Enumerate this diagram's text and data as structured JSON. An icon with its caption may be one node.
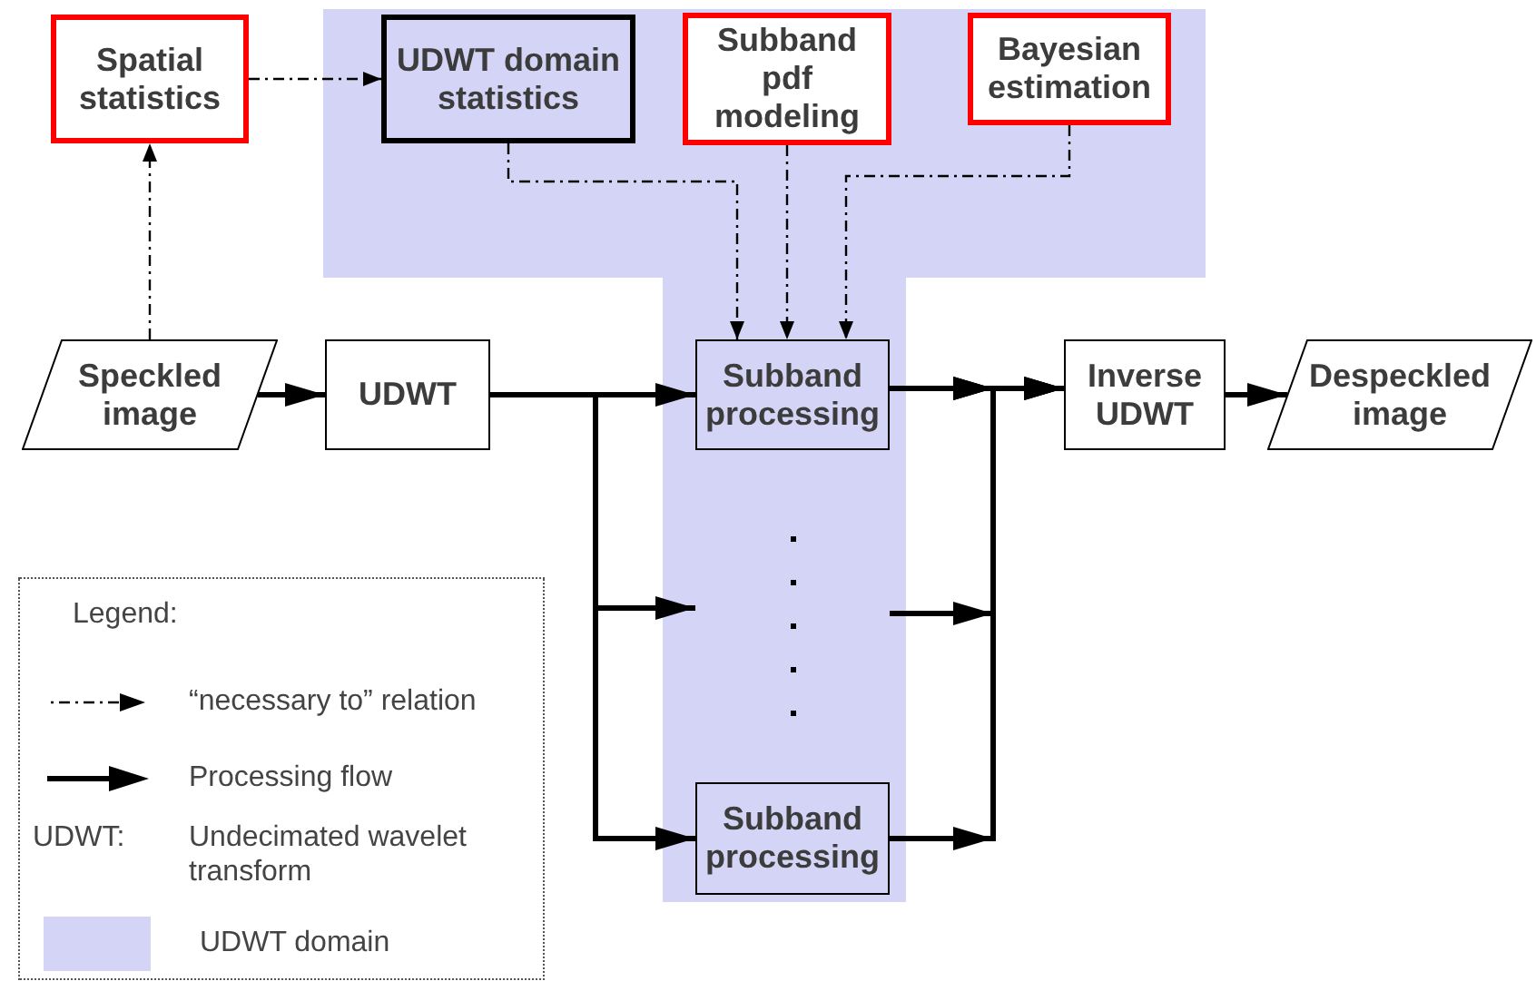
{
  "diagram": {
    "nodes": [
      {
        "text": [
          "Spatial statistics"
        ]
      },
      {
        "text": [
          "UDWT domain statistics"
        ]
      },
      {
        "text": [
          "Subband pdf modeling"
        ]
      },
      {
        "text": [
          "Bayesian estimation"
        ]
      },
      {
        "text": [
          "Speckled image"
        ]
      },
      {
        "text": [
          "UDWT"
        ]
      },
      {
        "text": [
          "Subband processing"
        ]
      },
      {
        "text": [
          "Inverse UDWT"
        ]
      },
      {
        "text": [
          "Despeckled image"
        ]
      },
      {
        "text": [
          "Subband processing"
        ]
      }
    ],
    "edges": [
      {
        "from": 0,
        "to": 1,
        "arrow": "to",
        "style": "dashed"
      },
      {
        "from": 4,
        "to": 0,
        "arrow": "to",
        "style": "dashed"
      },
      {
        "from": 1,
        "to": 6,
        "arrow": "to",
        "style": "dashed"
      },
      {
        "from": 2,
        "to": 6,
        "arrow": "to",
        "style": "dashed"
      },
      {
        "from": 3,
        "to": 6,
        "arrow": "to",
        "style": "dashed"
      },
      {
        "from": 4,
        "to": 5,
        "arrow": "to"
      },
      {
        "from": 5,
        "to": 6,
        "arrow": "to"
      },
      {
        "from": 5,
        "to": 9,
        "arrow": "to"
      },
      {
        "from": 5,
        "to": null,
        "arrow": "to"
      },
      {
        "from": 6,
        "to": 7,
        "arrow": "to"
      },
      {
        "from": 9,
        "to": 7,
        "arrow": "to"
      },
      {
        "from": null,
        "to": 7,
        "arrow": "to"
      },
      {
        "from": 7,
        "to": 8,
        "arrow": "to"
      }
    ],
    "labels": [
      "Legend:",
      "UDWT:",
      "Undecimated wavelet transform"
    ],
    "legend": [
      {
        "text": "“necessary to” relation"
      },
      {
        "text": "Processing flow"
      },
      {
        "text": "UDWT domain",
        "color": "#d4d4f6"
      }
    ]
  }
}
